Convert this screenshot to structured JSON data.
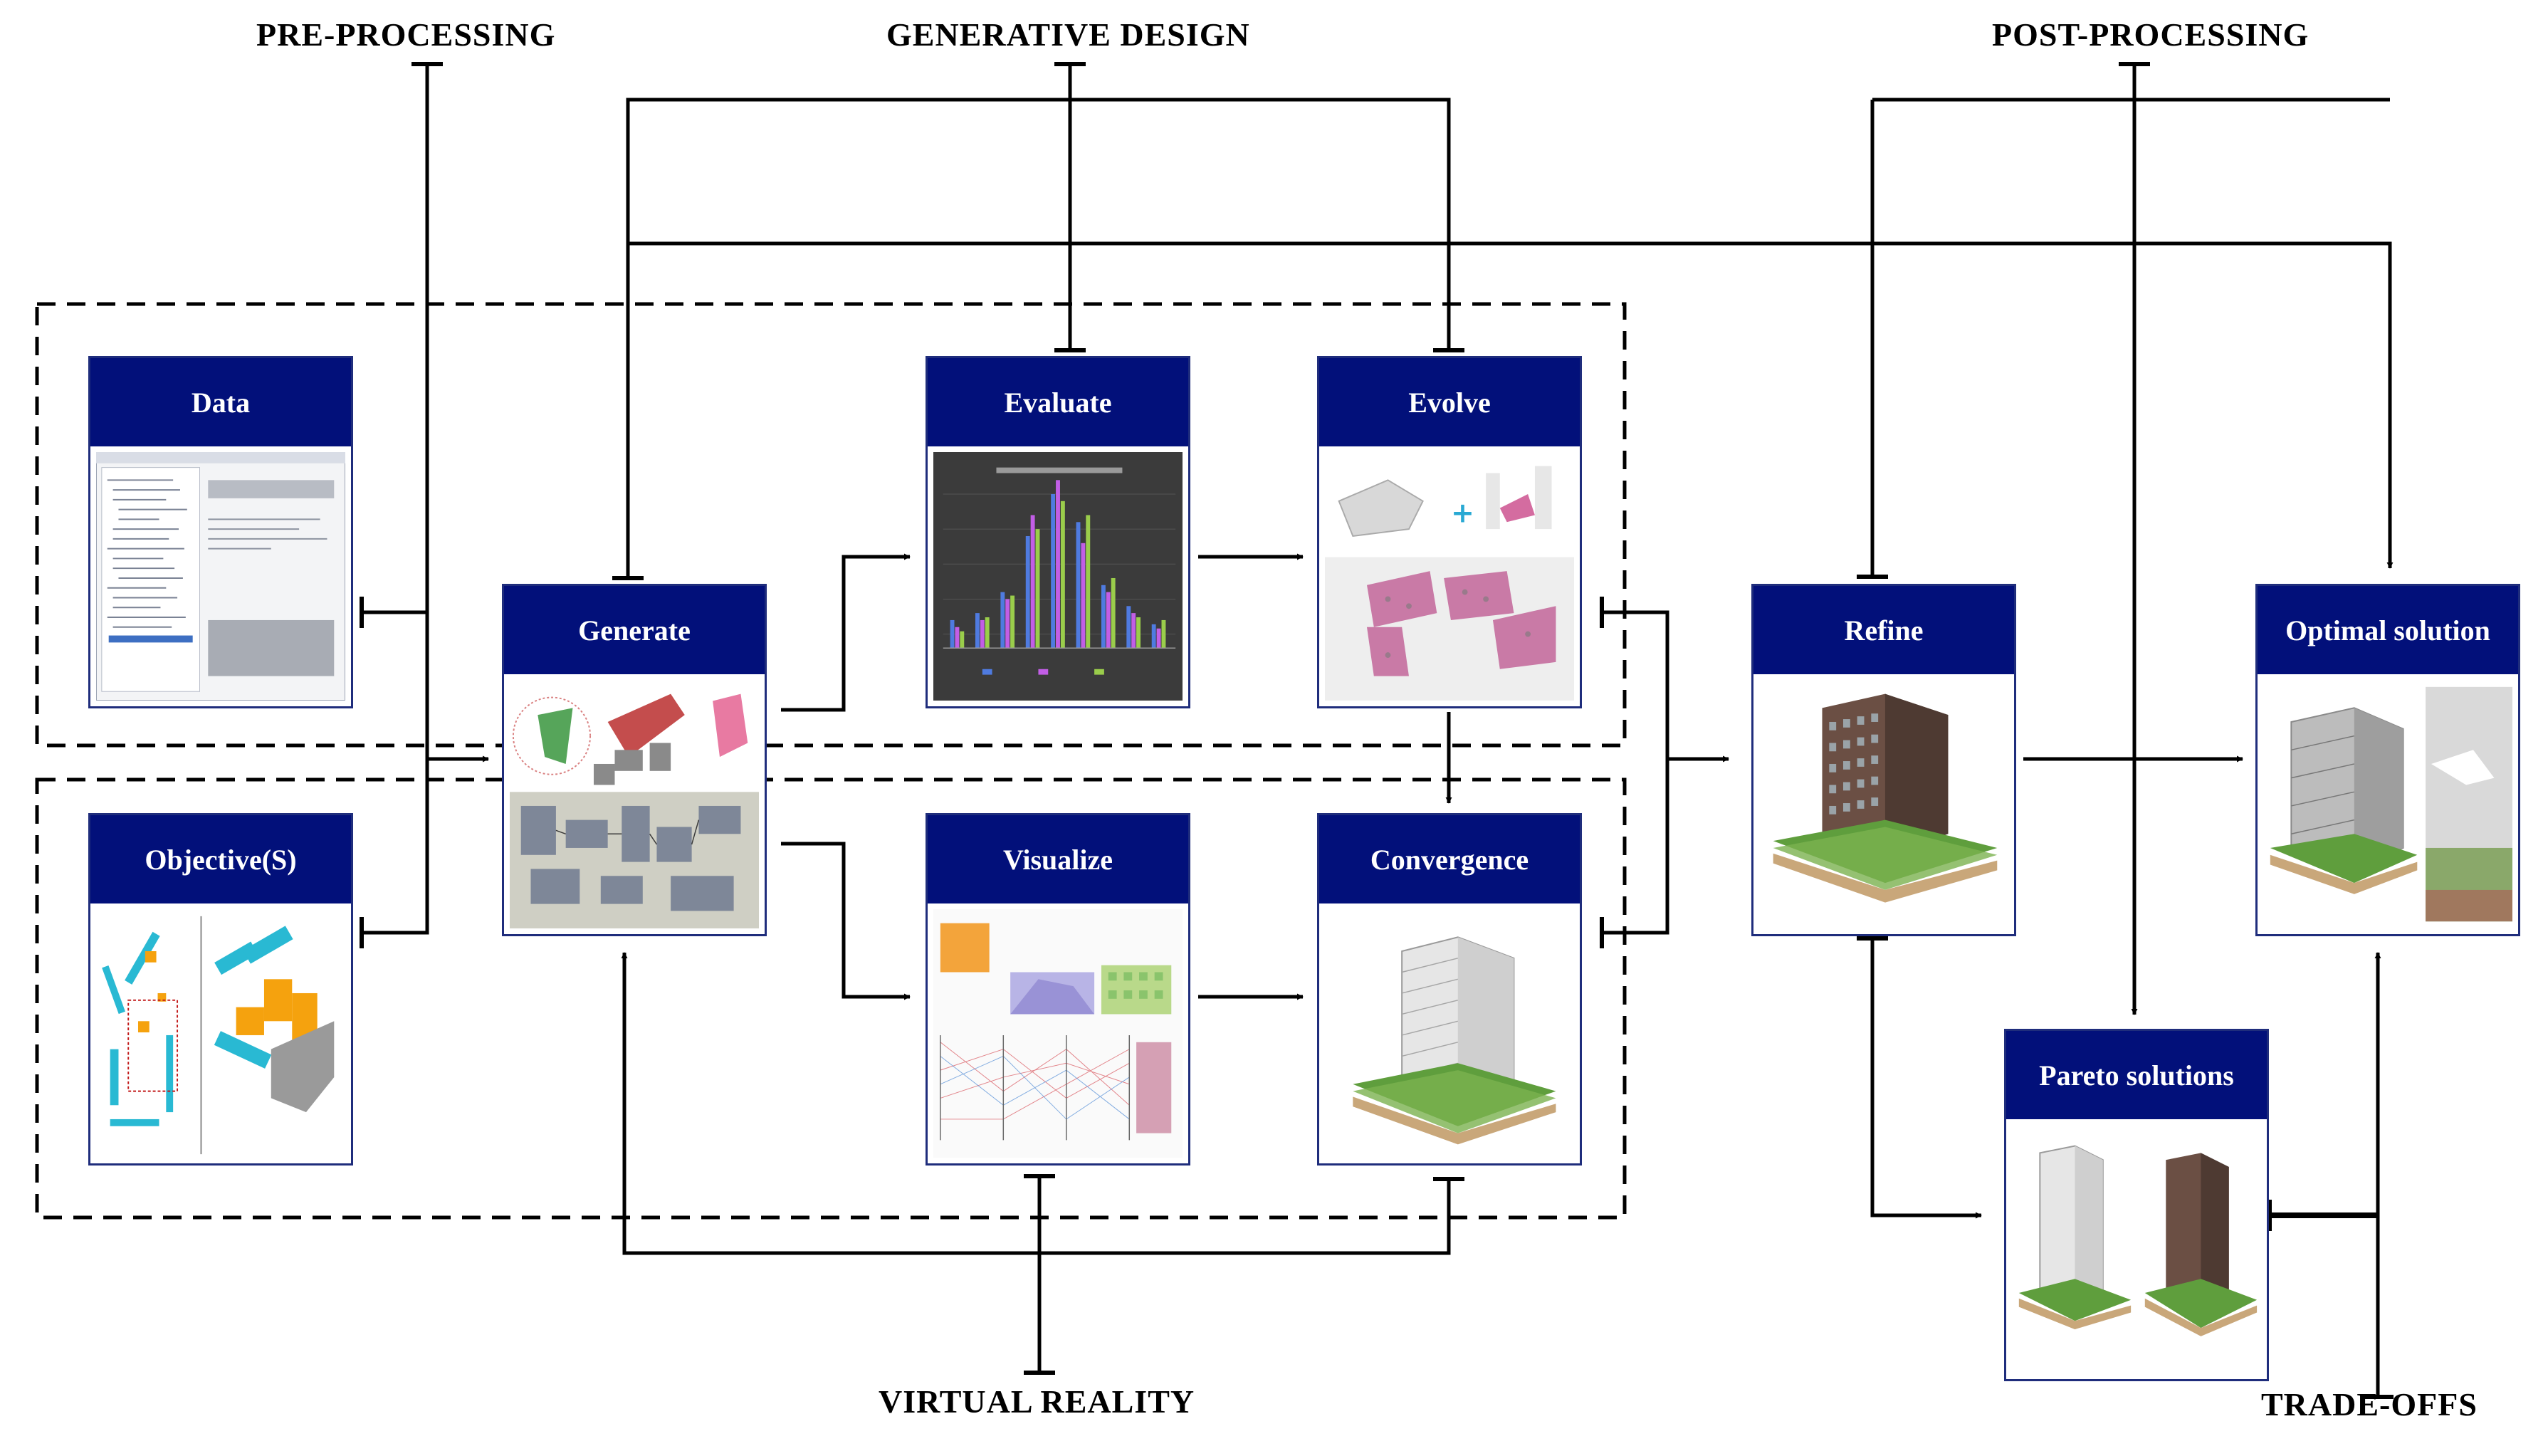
{
  "phases": {
    "pre_processing": "PRE-PROCESSING",
    "generative_design": "GENERATIVE DESIGN",
    "post_processing": "POST-PROCESSING",
    "virtual_reality": "VIRTUAL REALITY",
    "trade_offs": "TRADE-OFFS"
  },
  "nodes": {
    "data": {
      "title": "Data",
      "image": "software-window-screenshot"
    },
    "objectives": {
      "title": "Objective(S)",
      "image": "massing-objectives-icon"
    },
    "generate": {
      "title": "Generate",
      "image": "parametric-graph-thumbnail"
    },
    "evaluate": {
      "title": "Evaluate",
      "image": "bar-chart-thumbnail"
    },
    "evolve": {
      "title": "Evolve",
      "image": "evolved-massing-thumbnail"
    },
    "visualize": {
      "title": "Visualize",
      "image": "dashboard-thumbnail"
    },
    "convergence": {
      "title": "Convergence",
      "image": "white-tower-render"
    },
    "refine": {
      "title": "Refine",
      "image": "dark-tower-render"
    },
    "optimal": {
      "title": "Optimal solution",
      "image": "grey-tower-render"
    },
    "pareto": {
      "title": "Pareto solutions",
      "image": "two-towers-render"
    }
  }
}
